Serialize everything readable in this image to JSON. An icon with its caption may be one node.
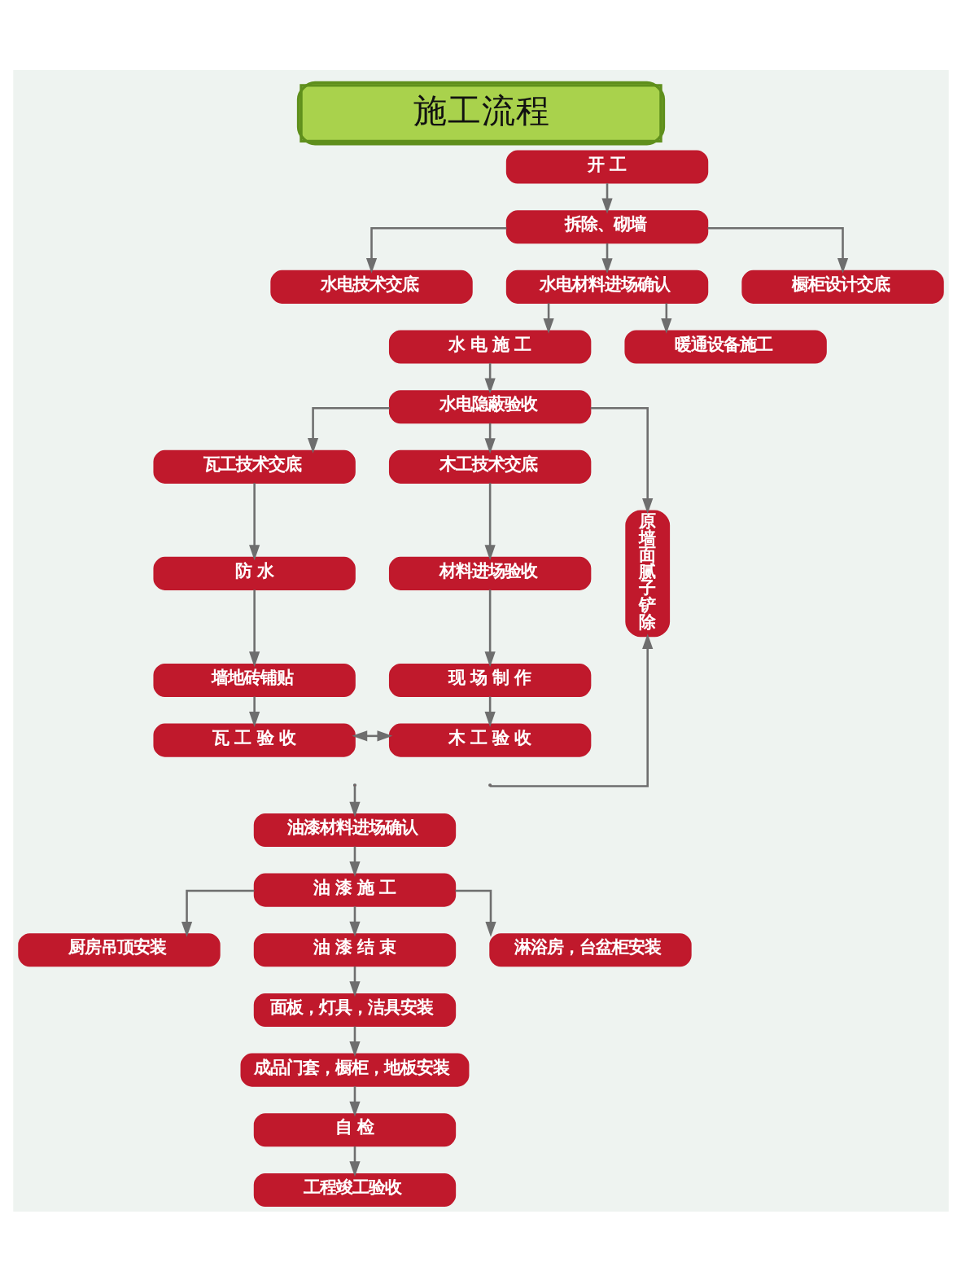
{
  "diagram": {
    "title": "施工流程",
    "nodes": [
      {
        "text": [
          "开 工"
        ]
      },
      {
        "text": [
          "拆除、砌墙"
        ]
      },
      {
        "text": [
          "水电技术交底"
        ]
      },
      {
        "text": [
          "橱柜设计交底"
        ]
      },
      {
        "text": [
          "水电材料进场确认"
        ]
      },
      {
        "text": [
          "水 电 施 工"
        ]
      },
      {
        "text": [
          "暖通设备施工"
        ]
      },
      {
        "text": [
          "水电隐蔽验收"
        ]
      },
      {
        "text": [
          "瓦工技术交底"
        ]
      },
      {
        "text": [
          "木工技术交底"
        ]
      },
      {
        "text": [
          "原墙面腻子铲除"
        ]
      },
      {
        "text": [
          "防 水"
        ]
      },
      {
        "text": [
          "材料进场验收"
        ]
      },
      {
        "text": [
          "墙地砖铺贴"
        ]
      },
      {
        "text": [
          "现 场 制 作"
        ]
      },
      {
        "text": [
          "瓦 工 验 收"
        ]
      },
      {
        "text": [
          "木 工 验 收"
        ]
      },
      {
        "text": [
          "油漆材料进场确认"
        ]
      },
      {
        "text": [
          "油 漆 施 工"
        ]
      },
      {
        "text": [
          "厨房吊顶安装"
        ]
      },
      {
        "text": [
          "淋浴房，台盆柜安装"
        ]
      },
      {
        "text": [
          "油 漆 结 束"
        ]
      },
      {
        "text": [
          "面板，灯具，洁具安装"
        ]
      },
      {
        "text": [
          "成品门套，橱柜，地板安装"
        ]
      },
      {
        "text": [
          "自 检"
        ]
      },
      {
        "text": [
          "工程竣工验收"
        ]
      }
    ],
    "edges": [
      {
        "from": 0,
        "to": 1,
        "arrow": "to"
      },
      {
        "from": 1,
        "to": 4,
        "arrow": "to"
      },
      {
        "from": 1,
        "to": 2,
        "arrow": "to"
      },
      {
        "from": 1,
        "to": 3,
        "arrow": "to"
      },
      {
        "from": 4,
        "to": 5,
        "arrow": "to"
      },
      {
        "from": 4,
        "to": 6,
        "arrow": "to"
      },
      {
        "from": 5,
        "to": 7,
        "arrow": "to"
      },
      {
        "from": 7,
        "to": 8,
        "arrow": "to"
      },
      {
        "from": 7,
        "to": 9,
        "arrow": "to"
      },
      {
        "from": 7,
        "to": 10,
        "arrow": "to"
      },
      {
        "from": 8,
        "to": 11,
        "arrow": "to"
      },
      {
        "from": 9,
        "to": 12,
        "arrow": "to"
      },
      {
        "from": 11,
        "to": 13,
        "arrow": "to"
      },
      {
        "from": 12,
        "to": 14,
        "arrow": "to"
      },
      {
        "from": 13,
        "to": 15,
        "arrow": "to"
      },
      {
        "from": 14,
        "to": 16,
        "arrow": "to"
      },
      {
        "from": 15,
        "to": 16,
        "arrow": "both"
      },
      {
        "from": null,
        "to": 17,
        "arrow": "to"
      },
      {
        "from": null,
        "to": 10,
        "arrow": "to"
      },
      {
        "from": 17,
        "to": 18,
        "arrow": "to"
      },
      {
        "from": 18,
        "to": 21,
        "arrow": "to"
      },
      {
        "from": 18,
        "to": 19,
        "arrow": "to"
      },
      {
        "from": 18,
        "to": 20,
        "arrow": "to"
      },
      {
        "from": 21,
        "to": 22,
        "arrow": "to"
      },
      {
        "from": 22,
        "to": 23,
        "arrow": "to"
      },
      {
        "from": 23,
        "to": 24,
        "arrow": "to"
      },
      {
        "from": 24,
        "to": 25,
        "arrow": "to"
      }
    ]
  }
}
